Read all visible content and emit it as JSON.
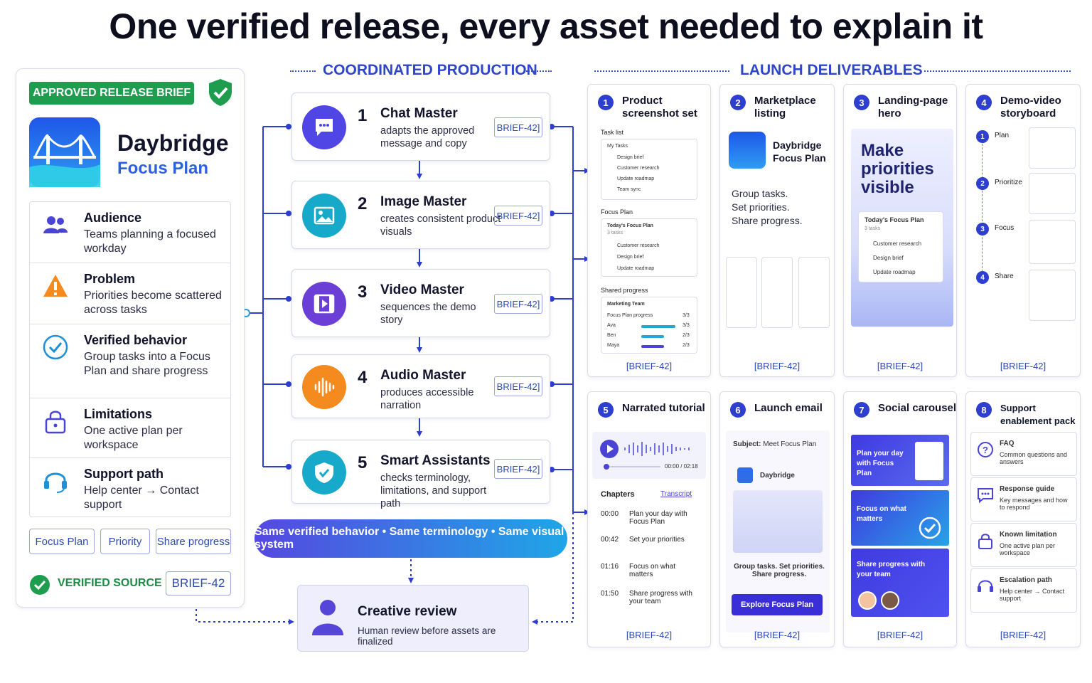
{
  "title": "One verified release, every asset needed to explain it",
  "brief": {
    "approved_label": "APPROVED RELEASE BRIEF",
    "app_name": "Daybridge",
    "app_sub": "Focus Plan",
    "sections": [
      {
        "heading": "Audience",
        "text": "Teams planning a focused workday",
        "icon": "people-icon"
      },
      {
        "heading": "Problem",
        "text": "Priorities become scattered across tasks",
        "icon": "warning-icon"
      },
      {
        "heading": "Verified behavior",
        "text": "Group tasks into a Focus Plan and share progress",
        "icon": "check-circle-icon"
      },
      {
        "heading": "Limitations",
        "text": "One active plan per workspace",
        "icon": "lock-icon"
      },
      {
        "heading": "Support path",
        "text": "Help center → Contact support",
        "icon": "headset-icon"
      }
    ],
    "chips": [
      "Focus Plan",
      "Priority",
      "Share progress"
    ],
    "verified_label": "VERIFIED SOURCE",
    "brief_id": "BRIEF-42"
  },
  "production": {
    "heading": "COORDINATED PRODUCTION",
    "agents": [
      {
        "num": "1",
        "name": "Chat Master",
        "desc": "adapts the approved message and copy",
        "tag": "BRIEF-42]",
        "color": "#4f46e5",
        "icon": "chat-bubble-icon"
      },
      {
        "num": "2",
        "name": "Image Master",
        "desc": "creates consistent product visuals",
        "tag": "BRIEF-42]",
        "color": "#17a9c9",
        "icon": "image-icon"
      },
      {
        "num": "3",
        "name": "Video Master",
        "desc": "sequences the demo story",
        "tag": "BRIEF-42]",
        "color": "#6b3fd6",
        "icon": "film-icon"
      },
      {
        "num": "4",
        "name": "Audio Master",
        "desc": "produces accessible narration",
        "tag": "BRIEF-42]",
        "color": "#f58a1f",
        "icon": "waveform-icon"
      },
      {
        "num": "5",
        "name": "Smart Assistants",
        "desc": "checks terminology, limitations, and support path",
        "tag": "BRIEF-42]",
        "color": "#17a9c9",
        "icon": "shield-check-icon"
      }
    ],
    "banner": "Same verified behavior • Same terminology • Same visual system",
    "review_title": "Creative review",
    "review_text": "Human review before assets are finalized"
  },
  "deliverables": {
    "heading": "LAUNCH DELIVERABLES",
    "items": [
      {
        "num": "1",
        "title": "Product screenshot set",
        "brief": "[BRIEF-42]"
      },
      {
        "num": "2",
        "title": "Marketplace listing",
        "brief": "[BRIEF-42]"
      },
      {
        "num": "3",
        "title": "Landing-page hero",
        "brief": "[BRIEF-42]"
      },
      {
        "num": "4",
        "title": "Demo-video storyboard",
        "brief": "[BRIEF-42]"
      },
      {
        "num": "5",
        "title": "Narrated tutorial",
        "brief": "[BRIEF-42]"
      },
      {
        "num": "6",
        "title": "Launch email",
        "brief": "[BRIEF-42]"
      },
      {
        "num": "7",
        "title": "Social carousel",
        "brief": "[BRIEF-42]"
      },
      {
        "num": "8",
        "title": "Support enablement pack",
        "brief": "[BRIEF-42]"
      }
    ],
    "screenshot": {
      "task_list": "Task list",
      "my_tasks": "My Tasks",
      "tasks": [
        "Design brief",
        "Customer research",
        "Update roadmap",
        "Team sync"
      ],
      "focus_plan": "Focus Plan",
      "todays": "Today's Focus Plan",
      "count": "3 tasks",
      "focus_tasks": [
        "Customer research",
        "Design brief",
        "Update roadmap"
      ],
      "shared": "Shared progress",
      "team": "Marketing Team",
      "progress_label": "Focus Plan progress",
      "progress_total": "3/3",
      "people": [
        {
          "name": "Ava",
          "score": "3/3",
          "frac": 1.0
        },
        {
          "name": "Ben",
          "score": "2/3",
          "frac": 0.67
        },
        {
          "name": "Maya",
          "score": "2/3",
          "frac": 0.67
        }
      ]
    },
    "listing": {
      "name": "Daybridge",
      "sub": "Focus Plan",
      "copy": [
        "Group tasks.",
        "Set priorities.",
        "Share progress."
      ]
    },
    "hero": {
      "headline": "Make priorities visible",
      "card_title": "Today's Focus Plan",
      "count": "3 tasks",
      "tasks": [
        "Customer research",
        "Design brief",
        "Update roadmap"
      ]
    },
    "storyboard": {
      "steps": [
        "Plan",
        "Prioritize",
        "Focus",
        "Share"
      ]
    },
    "tutorial": {
      "time": "00:00 / 02:18",
      "chapters_label": "Chapters",
      "transcript_label": "Transcript",
      "chapters": [
        {
          "t": "00:00",
          "text": "Plan your day with Focus Plan"
        },
        {
          "t": "00:42",
          "text": "Set your priorities"
        },
        {
          "t": "01:16",
          "text": "Focus on what matters"
        },
        {
          "t": "01:50",
          "text": "Share progress with your team"
        }
      ]
    },
    "email": {
      "subject_label": "Subject:",
      "subject": "Meet Focus Plan",
      "brand": "Daybridge",
      "body": "Group tasks. Set priorities. Share progress.",
      "cta": "Explore Focus Plan"
    },
    "carousel": [
      "Plan your day with Focus Plan",
      "Focus on what matters",
      "Share progress with your team"
    ],
    "support": [
      {
        "h": "FAQ",
        "t": "Common questions and answers",
        "icon": "question-icon"
      },
      {
        "h": "Response guide",
        "t": "Key messages and how to respond",
        "icon": "chat-dots-icon"
      },
      {
        "h": "Known limitation",
        "t": "One active plan per workspace",
        "icon": "lock-icon"
      },
      {
        "h": "Escalation path",
        "t": "Help center → Contact support",
        "icon": "headset-icon"
      }
    ]
  }
}
